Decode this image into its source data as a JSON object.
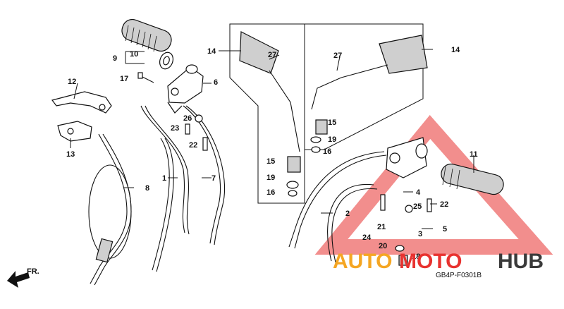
{
  "diagram": {
    "code": "GB4P-F0301B",
    "front_label": "FR.",
    "watermark": {
      "left": "AUTO",
      "mid": "MOTO",
      "right": "HUB"
    },
    "colors": {
      "watermark_orange": "#f5a623",
      "watermark_red": "#e8322f",
      "watermark_dark": "#3a3a3a",
      "line": "#111111"
    },
    "callouts": {
      "c1": "1",
      "c2": "2",
      "c3": "3",
      "c4": "4",
      "c5": "5",
      "c6": "6",
      "c7": "7",
      "c8": "8",
      "c9": "9",
      "c10": "10",
      "c11": "11",
      "c12": "12",
      "c13": "13",
      "c14a": "14",
      "c14b": "14",
      "c15a": "15",
      "c15b": "15",
      "c16a": "16",
      "c16b": "16",
      "c17": "17",
      "c18": "18",
      "c19a": "19",
      "c19b": "19",
      "c20": "20",
      "c21": "21",
      "c22a": "22",
      "c22b": "22",
      "c23": "23",
      "c24": "24",
      "c25": "25",
      "c26": "26",
      "c27a": "27",
      "c27b": "27"
    }
  }
}
